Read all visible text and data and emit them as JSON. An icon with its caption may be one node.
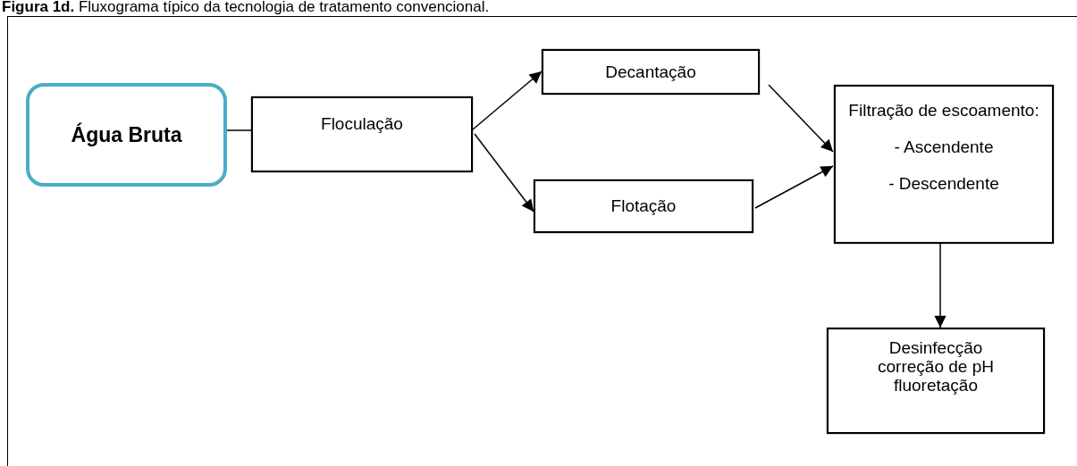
{
  "diagram": {
    "title": "**Figura 1d.** Fluxograma típico da tecnologia de tratamento convencional.",
    "nodes": [
      {
        "text": [
          "Água Bruta"
        ]
      },
      {
        "text": [
          "Floculação"
        ]
      },
      {
        "text": [
          "Decantação"
        ]
      },
      {
        "text": [
          "Flotação"
        ]
      },
      {
        "text": [
          "Filtração de escoamento:",
          "- Ascendente",
          "- Descendente"
        ]
      },
      {
        "text": [
          "Desinfecção",
          "correção de pH",
          "fluoretação"
        ]
      }
    ],
    "edges": [
      {
        "from": 0,
        "to": 1,
        "arrow": "none"
      },
      {
        "from": 1,
        "to": 2,
        "arrow": "to"
      },
      {
        "from": 1,
        "to": 3,
        "arrow": "to"
      },
      {
        "from": 2,
        "to": 4,
        "arrow": "to"
      },
      {
        "from": 3,
        "to": 4,
        "arrow": "to"
      },
      {
        "from": 4,
        "to": 5,
        "arrow": "to"
      }
    ]
  }
}
